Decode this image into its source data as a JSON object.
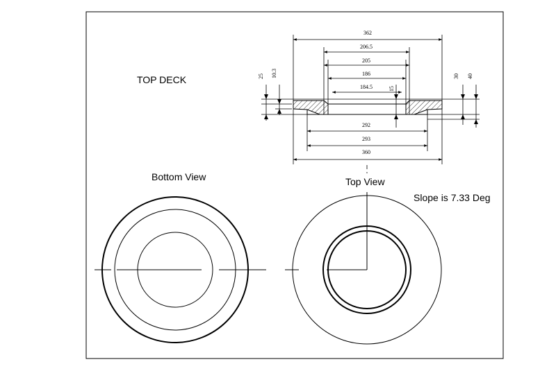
{
  "labels": {
    "title": "TOP DECK",
    "bottom_view": "Bottom View",
    "top_view": "Top View",
    "slope_note": "Slope is 7.33 Deg"
  },
  "dimensions": {
    "overall_top": "362",
    "d_206_5": "206.5",
    "d_205": "205",
    "d_186": "186",
    "d_184_5": "184.5",
    "d_292": "292",
    "d_293": "293",
    "overall_bottom": "360",
    "h_25": "25",
    "h_10_3": "10.3",
    "h_15": "15",
    "h_30": "30",
    "h_40": "40"
  }
}
